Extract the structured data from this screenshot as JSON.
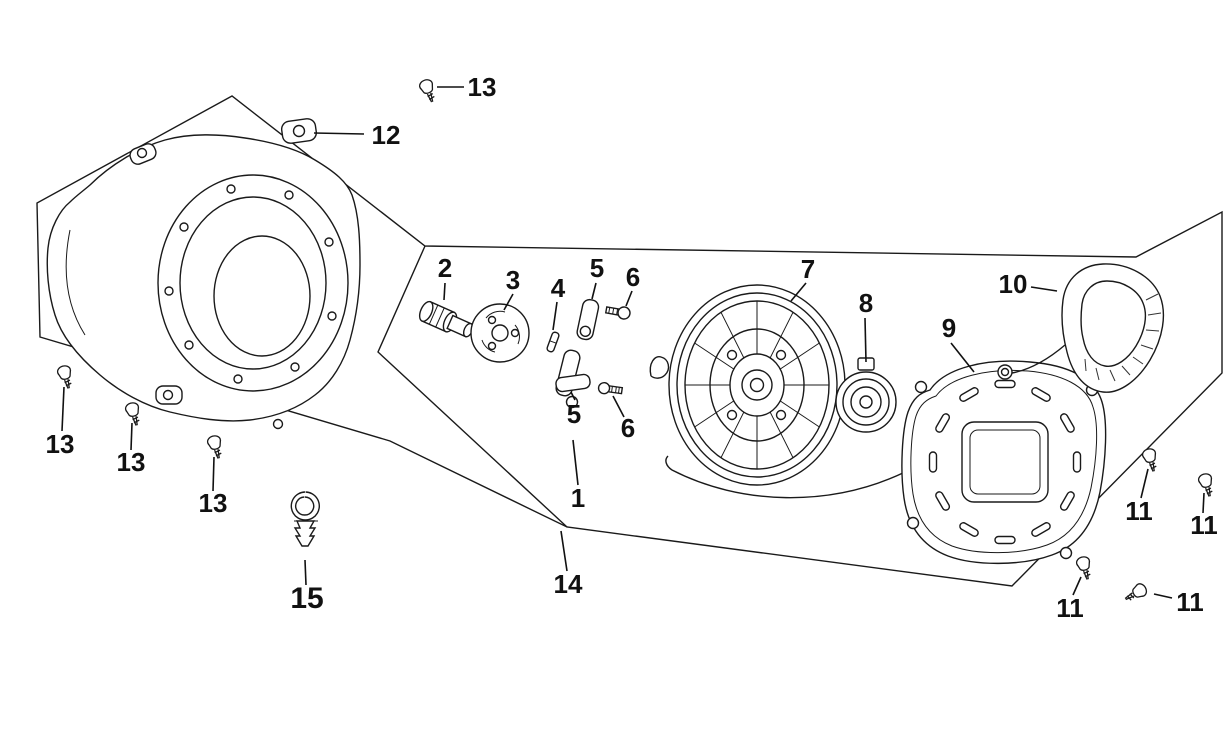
{
  "figure": {
    "background": "#ffffff",
    "line_color": "#1a1a1a",
    "callouts": [
      {
        "label": "13"
      },
      {
        "label": "12"
      },
      {
        "label": "2"
      },
      {
        "label": "3"
      },
      {
        "label": "4"
      },
      {
        "label": "5"
      },
      {
        "label": "6"
      },
      {
        "label": "7"
      },
      {
        "label": "8"
      },
      {
        "label": "9"
      },
      {
        "label": "10"
      },
      {
        "label": "5"
      },
      {
        "label": "6"
      },
      {
        "label": "1"
      },
      {
        "label": "14"
      },
      {
        "label": "15"
      },
      {
        "label": "13"
      },
      {
        "label": "13"
      },
      {
        "label": "13"
      },
      {
        "label": "11"
      },
      {
        "label": "11"
      },
      {
        "label": "11"
      },
      {
        "label": "11"
      }
    ]
  }
}
